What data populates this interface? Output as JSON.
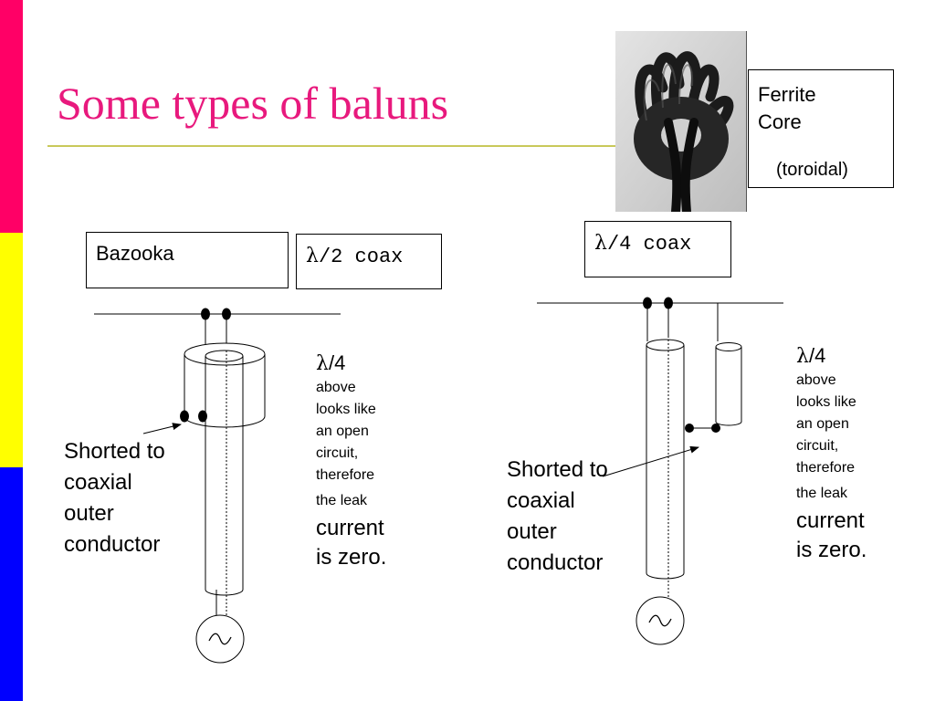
{
  "slide": {
    "title": "Some types of baluns",
    "colors": {
      "title": "#e8197d",
      "stripe_top": "#ff0066",
      "stripe_mid": "#ffff00",
      "stripe_bottom": "#0000ff",
      "title_rule": "#c9c95a"
    }
  },
  "ferrite": {
    "line1": "Ferrite",
    "line2": "Core",
    "line3": "(toroidal)"
  },
  "bazooka": {
    "label": "Bazooka",
    "half_symbol": "λ",
    "half_text": "/2 coax",
    "note": {
      "sym": "λ",
      "frac": "/4",
      "line2": "above",
      "line3": "looks like",
      "line4": "an open",
      "line5": "circuit,",
      "line6": "therefore",
      "line7": "the leak",
      "line8": "current",
      "line9": "is zero."
    },
    "shorted": {
      "line1": "Shorted to",
      "line2": "coaxial",
      "line3": "outer",
      "line4": "conductor"
    }
  },
  "quarter": {
    "symbol": "λ",
    "text": "/4 coax",
    "note": {
      "sym": "λ",
      "frac": "/4",
      "line2": "above",
      "line3": "looks like",
      "line4": "an open",
      "line5": "circuit,",
      "line6": "therefore",
      "line7": "the leak",
      "line8": "current",
      "line9": "is zero."
    },
    "shorted": {
      "line1": "Shorted to",
      "line2": "coaxial",
      "line3": "outer",
      "line4": "conductor"
    }
  }
}
